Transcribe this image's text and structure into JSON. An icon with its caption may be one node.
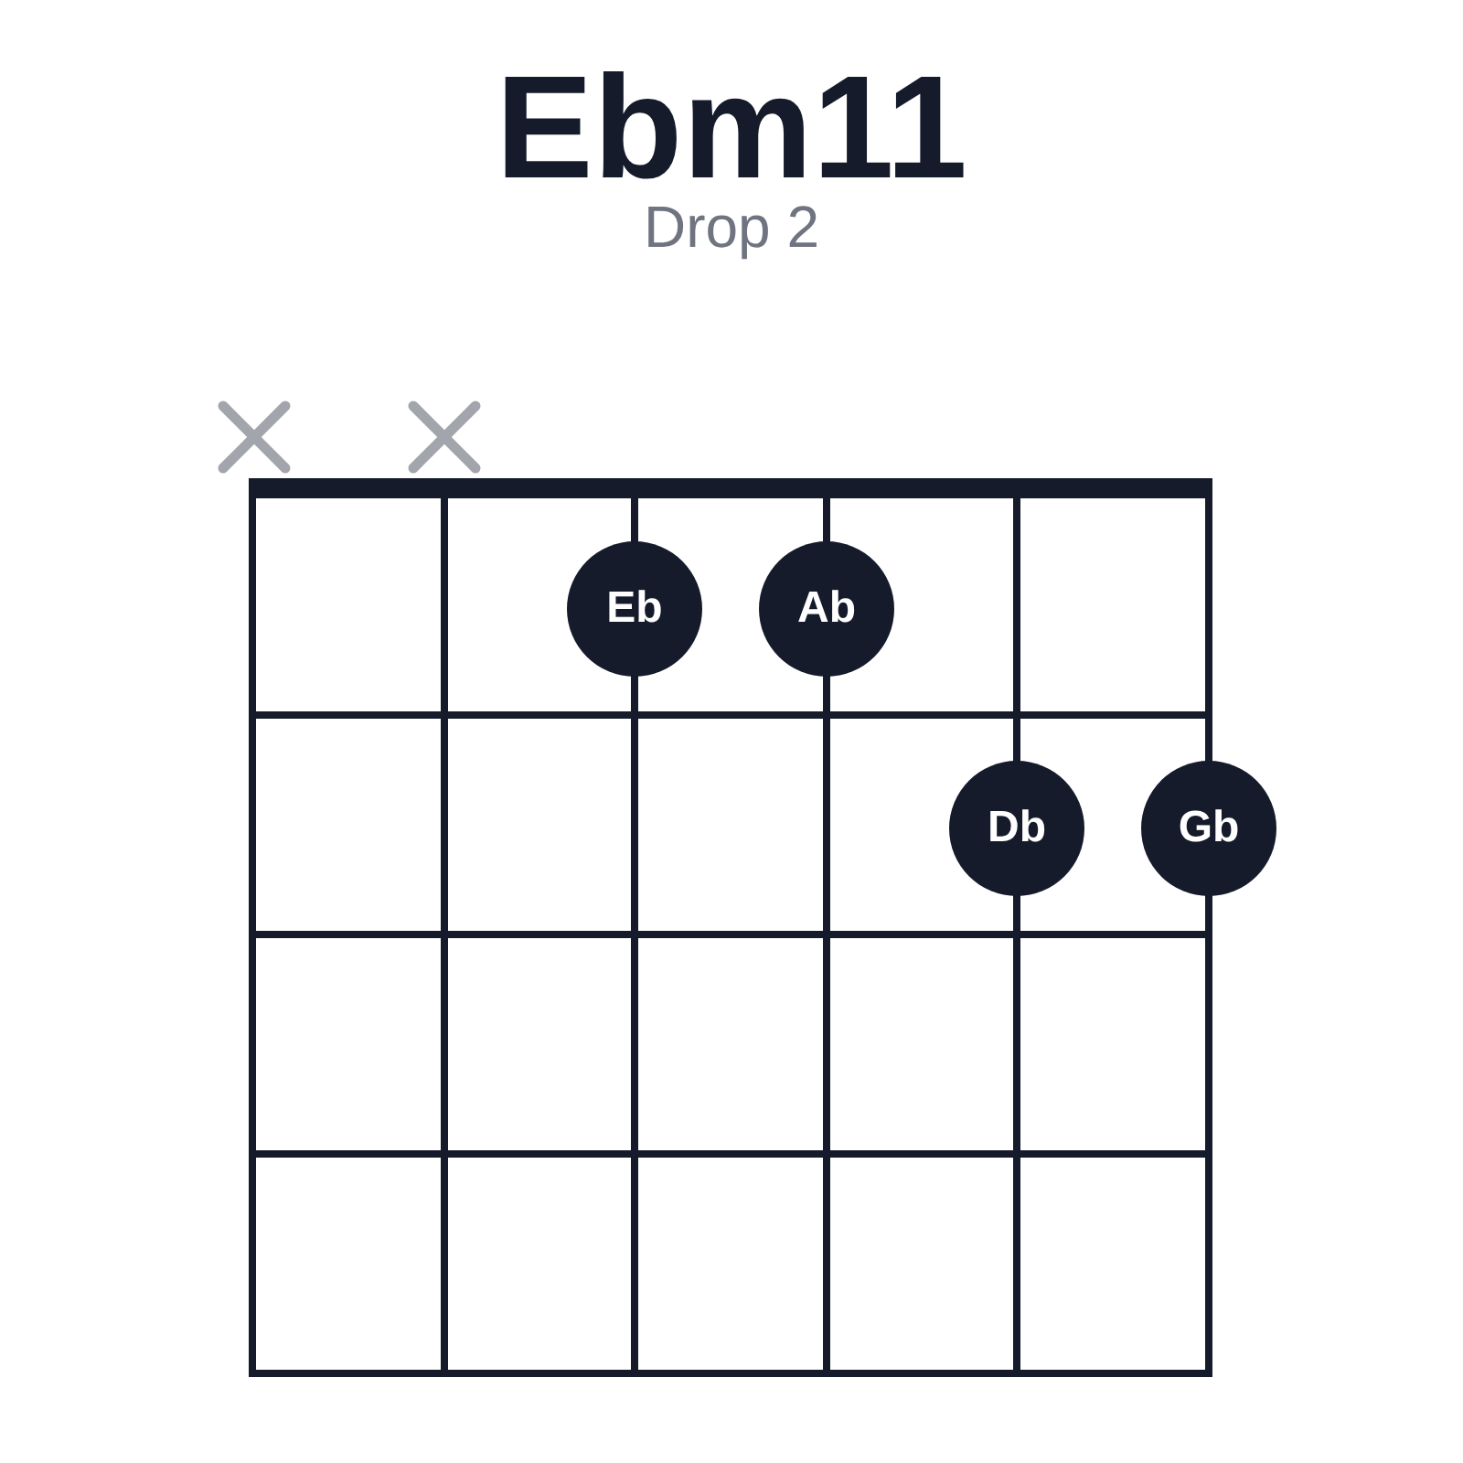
{
  "diagram": {
    "title": "Ebm11",
    "nodes": [
      {
        "text": [
          "Eb"
        ]
      },
      {
        "text": [
          "Ab"
        ]
      },
      {
        "text": [
          "Db"
        ]
      },
      {
        "text": [
          "Gb"
        ]
      }
    ],
    "labels": [
      "Drop 2"
    ]
  }
}
